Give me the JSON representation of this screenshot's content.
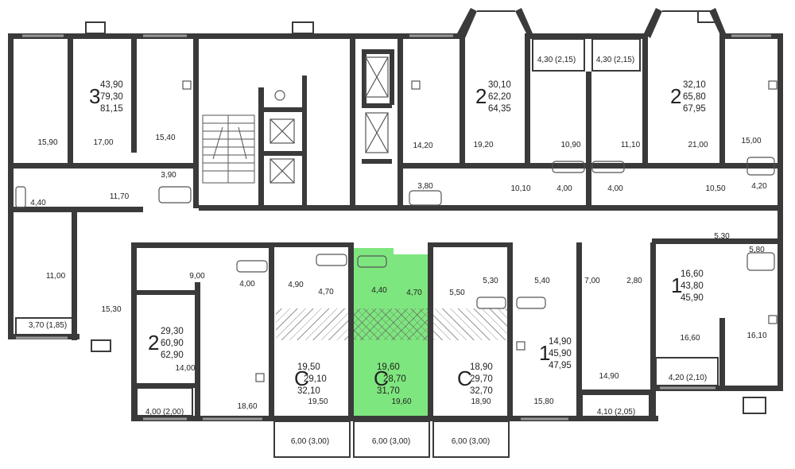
{
  "colors": {
    "wall": "#3a3a3a",
    "highlight": "#7ee67e",
    "hatch": "#666666",
    "background": "#ffffff"
  },
  "apartments": [
    {
      "id": "a1",
      "rooms": "3",
      "living": "43,90",
      "total": "79,30",
      "full": "81,15"
    },
    {
      "id": "a2",
      "rooms": "2",
      "living": "30,10",
      "total": "62,20",
      "full": "64,35"
    },
    {
      "id": "a3",
      "rooms": "2",
      "living": "32,10",
      "total": "65,80",
      "full": "67,95"
    },
    {
      "id": "a4",
      "rooms": "2",
      "living": "29,30",
      "total": "60,90",
      "full": "62,90"
    },
    {
      "id": "a5",
      "rooms": "С",
      "living": "19,50",
      "total": "29,10",
      "full": "32,10"
    },
    {
      "id": "a6",
      "rooms": "С",
      "living": "19,60",
      "total": "28,70",
      "full": "31,70",
      "selected": true
    },
    {
      "id": "a7",
      "rooms": "С",
      "living": "18,90",
      "total": "29,70",
      "full": "32,70"
    },
    {
      "id": "a8",
      "rooms": "1",
      "living": "14,90",
      "total": "45,90",
      "full": "47,95"
    },
    {
      "id": "a9",
      "rooms": "1",
      "living": "16,60",
      "total": "43,80",
      "full": "45,90"
    }
  ],
  "room_labels": [
    "15,90",
    "17,00",
    "15,40",
    "3,90",
    "4,40",
    "11,70",
    "11,00",
    "3,70 (1,85)",
    "15,30",
    "14,20",
    "3,80",
    "19,20",
    "4,30 (2,15)",
    "4,30 (2,15)",
    "10,90",
    "11,10",
    "10,10",
    "4,00",
    "4,00",
    "21,00",
    "15,00",
    "10,50",
    "4,20",
    "5,30",
    "5,80",
    "9,00",
    "4,00",
    "14,00",
    "4,00 (2,00)",
    "18,60",
    "4,90",
    "4,70",
    "4,40",
    "4,70",
    "5,50",
    "5,30",
    "5,40",
    "7,00",
    "2,80",
    "19,50",
    "19,60",
    "18,90",
    "15,80",
    "14,90",
    "4,10 (2,05)",
    "16,60",
    "16,10",
    "4,20 (2,10)",
    "6,00 (3,00)",
    "6,00 (3,00)",
    "6,00 (3,00)"
  ]
}
